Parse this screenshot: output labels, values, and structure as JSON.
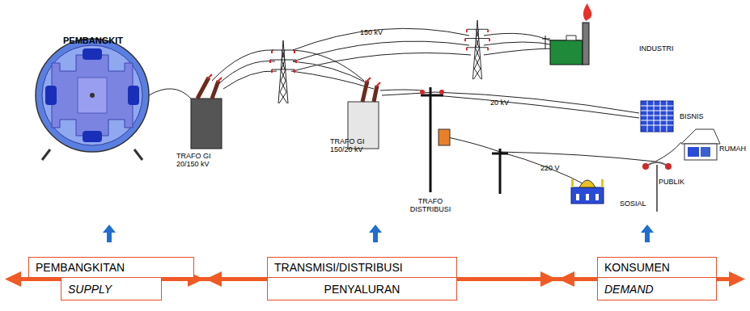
{
  "diagram": {
    "nodes": [
      {
        "text": [
          "PEMBANGKITAN"
        ]
      },
      {
        "text": [
          "SUPPLY"
        ]
      },
      {
        "text": [
          "TRANSMISI/DISTRIBUSI"
        ]
      },
      {
        "text": [
          "PENYALURAN"
        ]
      },
      {
        "text": [
          "KONSUMEN"
        ]
      },
      {
        "text": [
          "DEMAND"
        ]
      }
    ],
    "labels": [
      "PEMBANGKIT",
      "TRAFO GI 20/150 kV",
      "150 kV",
      "TRAFO GI 150/20 kV",
      "20 kV",
      "INDUSTRI",
      "BISNIS",
      "TRAFO DISTRIBUSI",
      "220 V",
      "RUMAH",
      "PUBLIK",
      "SOSIAL"
    ]
  }
}
